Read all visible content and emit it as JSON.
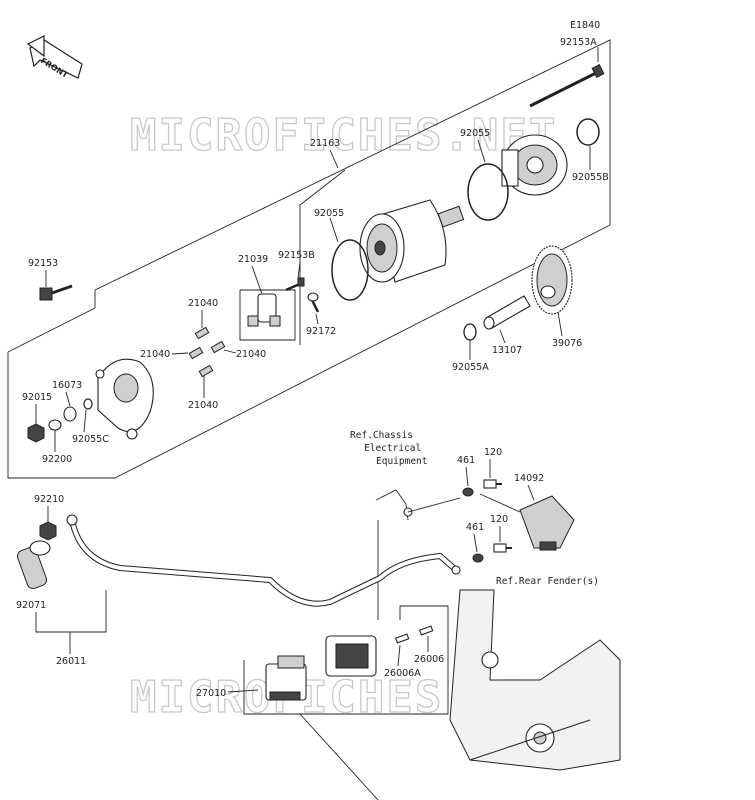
{
  "diagram": {
    "code": "E1840",
    "front_text": "FRONT",
    "watermark": "MICROFICHES.NET",
    "parts": {
      "p92153A": "92153A",
      "p21163": "21163",
      "p92055_top": "92055",
      "p92055B": "92055B",
      "p92055_mid": "92055",
      "p21039": "21039",
      "p92153B": "92153B",
      "p92153": "92153",
      "p21040_a": "21040",
      "p21040_b": "21040",
      "p21040_c": "21040",
      "p21040_d": "21040",
      "p92172": "92172",
      "p13107": "13107",
      "p39076": "39076",
      "p92055A": "92055A",
      "p16073": "16073",
      "p92015": "92015",
      "p92055C": "92055C",
      "p92200": "92200",
      "p461_a": "461",
      "p120_a": "120",
      "p14092": "14092",
      "p461_b": "461",
      "p120_b": "120",
      "p92210": "92210",
      "p92071": "92071",
      "p26011": "26011",
      "p26006": "26006",
      "p26006A": "26006A",
      "p27010": "27010"
    },
    "references": {
      "chassis_line1": "Ref.Chassis",
      "chassis_line2": "Electrical",
      "chassis_line3": "Equipment",
      "rear_fender": "Ref.Rear Fender(s)"
    }
  }
}
